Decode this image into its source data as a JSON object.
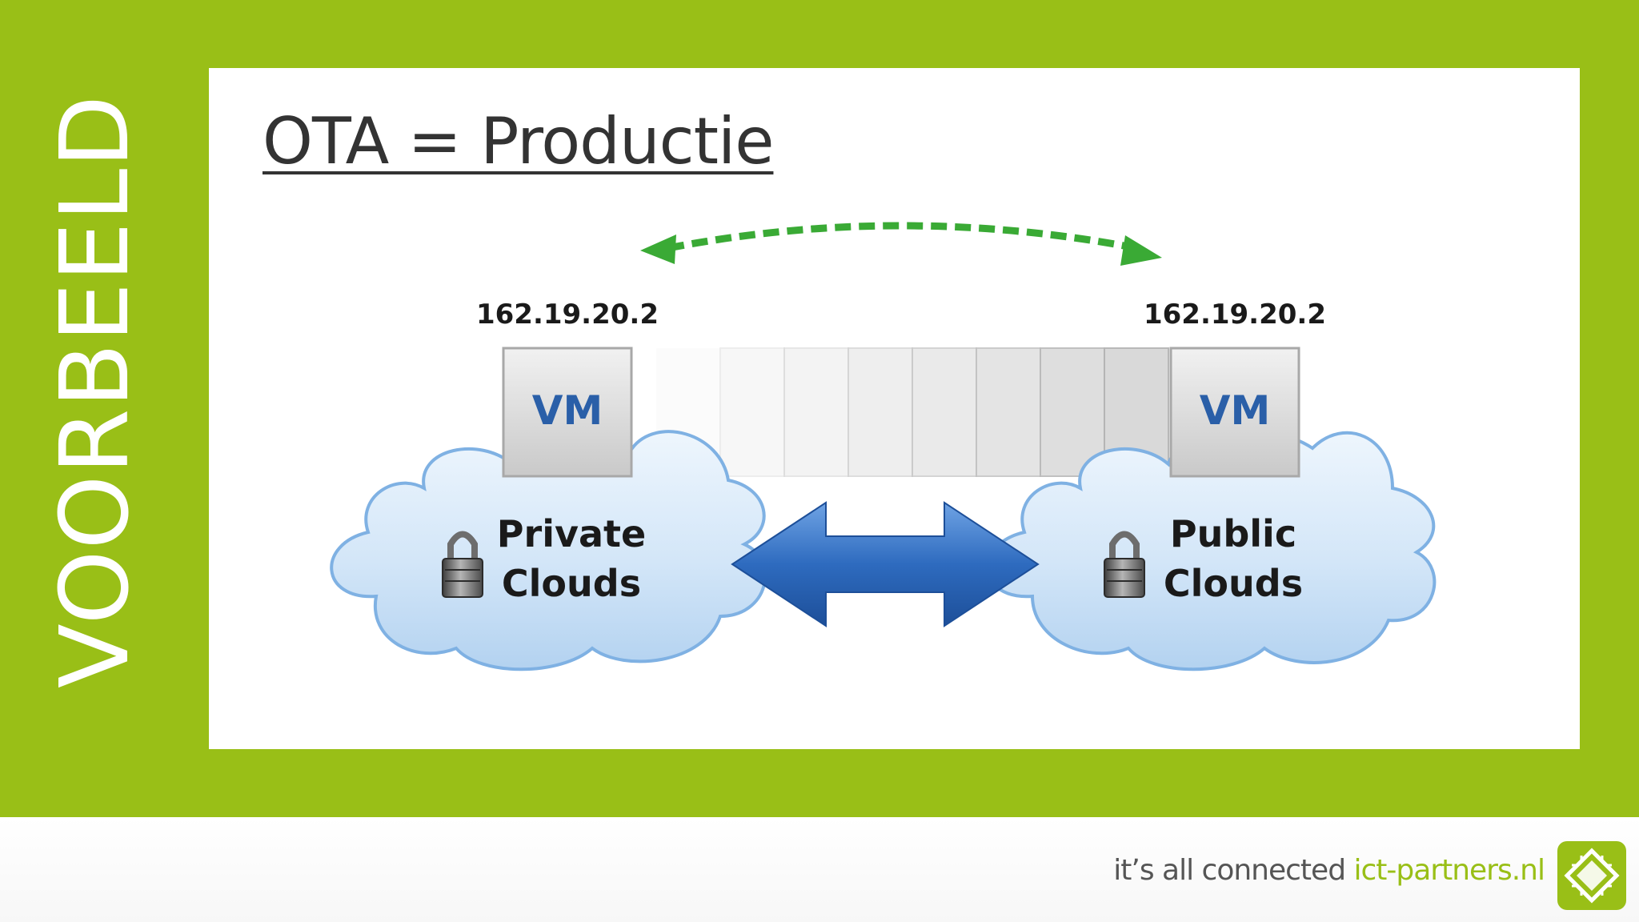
{
  "side_label": "VOORBEELD",
  "slide": {
    "title": "OTA = Productie"
  },
  "diagram": {
    "left_ip": "162.19.20.2",
    "right_ip": "162.19.20.2",
    "left_vm_label": "VM",
    "right_vm_label": "VM",
    "private_cloud_line1": "Private",
    "private_cloud_line2": "Clouds",
    "public_cloud_line1": "Public",
    "public_cloud_line2": "Clouds"
  },
  "footer": {
    "tagline": "it’s all connected ",
    "url": "ict-partners.nl"
  },
  "colors": {
    "brand_green": "#99bf17",
    "arrow_blue": "#2e6bbf",
    "dashed_arrow_green": "#3aaa35",
    "vm_text_blue": "#2a5fa8"
  },
  "icons": [
    "dashed-arc-arrow-icon",
    "double-arrow-icon",
    "lock-icon",
    "cloud-icon",
    "ict-partners-logo-icon"
  ]
}
